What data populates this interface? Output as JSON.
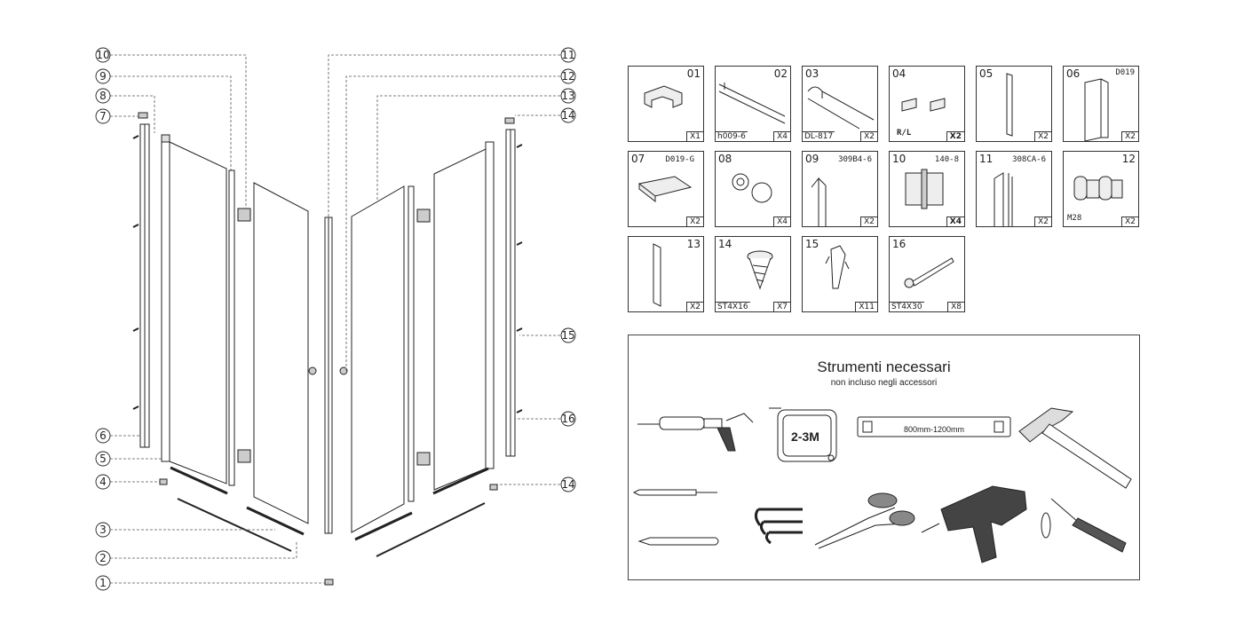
{
  "callouts": {
    "left": [
      "10",
      "9",
      "8",
      "7",
      "6",
      "5",
      "4",
      "3",
      "2",
      "1"
    ],
    "right": [
      "11",
      "12",
      "13",
      "14",
      "15",
      "16",
      "14"
    ]
  },
  "parts": [
    {
      "num": "01",
      "code": "",
      "qty": "X1"
    },
    {
      "num": "02",
      "code": "h009-6",
      "qty": "X4"
    },
    {
      "num": "03",
      "code": "DL-817",
      "qty": "X2"
    },
    {
      "num": "04",
      "code": "R/L",
      "qty": "X2"
    },
    {
      "num": "05",
      "code": "",
      "qty": "X2"
    },
    {
      "num": "06",
      "code": "D019",
      "qty": "X2"
    },
    {
      "num": "07",
      "code": "D019-G",
      "qty": "X2"
    },
    {
      "num": "08",
      "code": "",
      "qty": "X4"
    },
    {
      "num": "09",
      "code": "309B4-6",
      "qty": "X2"
    },
    {
      "num": "10",
      "code": "140-8",
      "qty": "X4"
    },
    {
      "num": "11",
      "code": "308CA-6",
      "qty": "X2"
    },
    {
      "num": "12",
      "code": "M28",
      "qty": "X2"
    },
    {
      "num": "13",
      "code": "",
      "qty": "X2"
    },
    {
      "num": "14",
      "code": "ST4X16",
      "qty": "X7"
    },
    {
      "num": "15",
      "code": "",
      "qty": "X11"
    },
    {
      "num": "16",
      "code": "ST4X30",
      "qty": "X8"
    }
  ],
  "tools": {
    "title": "Strumenti necessari",
    "subtitle": "non incluso negli accessori",
    "tape": "2-3M",
    "level": "800mm-1200mm",
    "icons": [
      "caulk-gun-icon",
      "tape-measure-icon",
      "spirit-level-icon",
      "hammer-icon",
      "drill-bit-icon",
      "pencil-icon",
      "hex-keys-icon",
      "scissors-icon",
      "drill-icon",
      "screwdriver-icon"
    ]
  }
}
